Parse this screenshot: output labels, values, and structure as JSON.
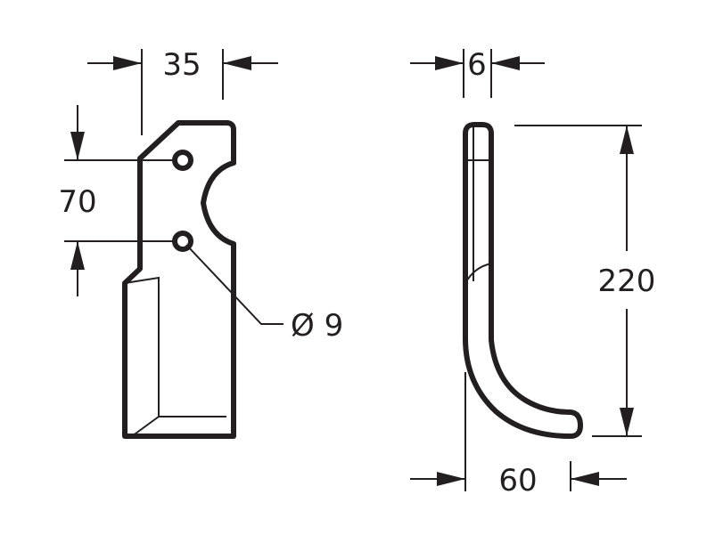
{
  "colors": {
    "line": "#231f20",
    "background": "#ffffff"
  },
  "front_view": {
    "width_label": "35",
    "hole_spacing_label": "70",
    "hole_diameter_label": "Ø 9"
  },
  "side_view": {
    "thickness_label": "6",
    "height_label": "220",
    "depth_label": "60"
  }
}
